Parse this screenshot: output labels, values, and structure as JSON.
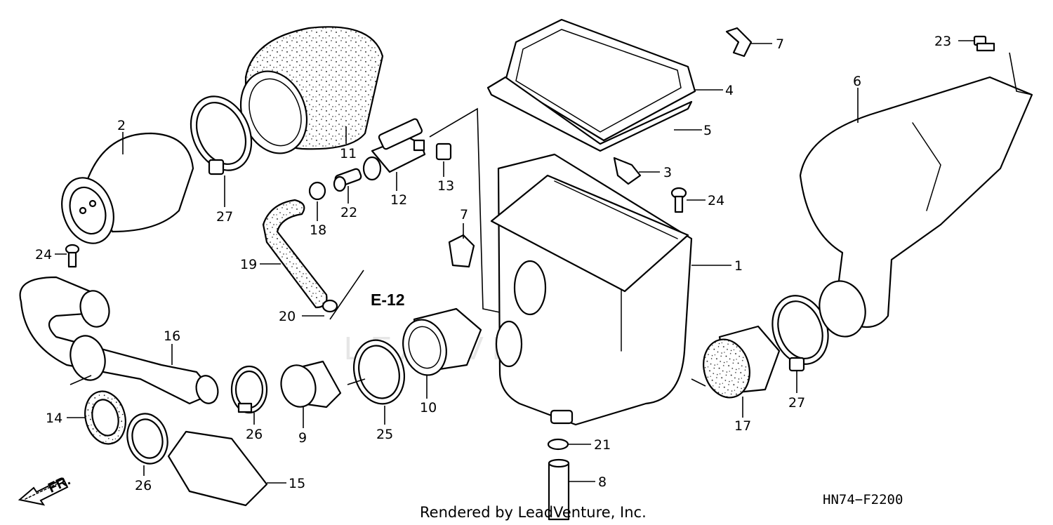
{
  "diagram": {
    "callouts": [
      {
        "id": "c1",
        "text": "1"
      },
      {
        "id": "c2",
        "text": "2"
      },
      {
        "id": "c3",
        "text": "3"
      },
      {
        "id": "c4",
        "text": "4"
      },
      {
        "id": "c5",
        "text": "5"
      },
      {
        "id": "c6",
        "text": "6"
      },
      {
        "id": "c7a",
        "text": "7"
      },
      {
        "id": "c7b",
        "text": "7"
      },
      {
        "id": "c8",
        "text": "8"
      },
      {
        "id": "c9",
        "text": "9"
      },
      {
        "id": "c10",
        "text": "10"
      },
      {
        "id": "c11",
        "text": "11"
      },
      {
        "id": "c12",
        "text": "12"
      },
      {
        "id": "c13",
        "text": "13"
      },
      {
        "id": "c14",
        "text": "14"
      },
      {
        "id": "c15",
        "text": "15"
      },
      {
        "id": "c16",
        "text": "16"
      },
      {
        "id": "c17",
        "text": "17"
      },
      {
        "id": "c18",
        "text": "18"
      },
      {
        "id": "c19",
        "text": "19"
      },
      {
        "id": "c20",
        "text": "20"
      },
      {
        "id": "c21",
        "text": "21"
      },
      {
        "id": "c22",
        "text": "22"
      },
      {
        "id": "c23",
        "text": "23"
      },
      {
        "id": "c24a",
        "text": "24"
      },
      {
        "id": "c24b",
        "text": "24"
      },
      {
        "id": "c25",
        "text": "25"
      },
      {
        "id": "c26a",
        "text": "26"
      },
      {
        "id": "c26b",
        "text": "26"
      },
      {
        "id": "c27a",
        "text": "27"
      },
      {
        "id": "c27b",
        "text": "27"
      }
    ],
    "reference_label": "E-12",
    "direction_label": "FR.",
    "diagram_code": "HN74−F2200",
    "watermark": "LEADVENTURE",
    "credit": "Rendered by LeadVenture, Inc."
  }
}
